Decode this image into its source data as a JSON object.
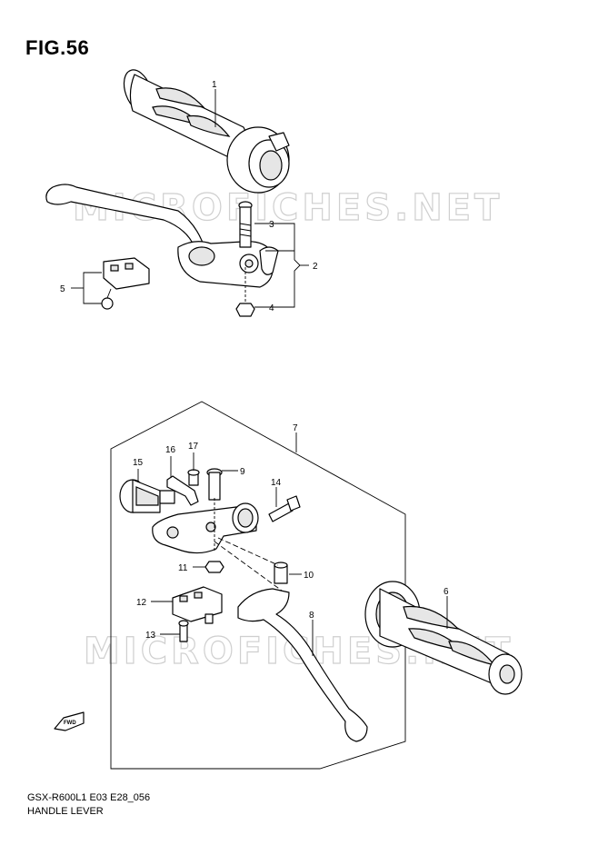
{
  "figure": {
    "title": "FIG.56",
    "code": "GSX-R600L1 E03 E28_056",
    "name": "HANDLE LEVER"
  },
  "watermark": "MICROFICHES.NET",
  "fwd_label": "FWD",
  "callouts": {
    "c1": "1",
    "c2": "2",
    "c3": "3",
    "c4": "4",
    "c5": "5",
    "c6": "6",
    "c7": "7",
    "c8": "8",
    "c9": "9",
    "c10": "10",
    "c11": "11",
    "c12": "12",
    "c13": "13",
    "c14": "14",
    "c15": "15",
    "c16": "16",
    "c17": "17"
  }
}
